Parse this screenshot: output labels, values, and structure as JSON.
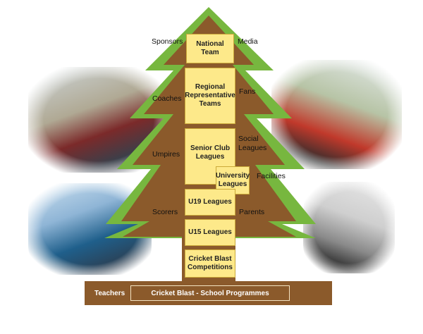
{
  "pyramid_levels": [
    {
      "id": "national",
      "label": "National Team"
    },
    {
      "id": "regional",
      "label": "Regional Representative Teams"
    },
    {
      "id": "senior",
      "label": "Senior Club Leagues"
    },
    {
      "id": "university",
      "label": "University Leagues"
    },
    {
      "id": "u19",
      "label": "U19 Leagues"
    },
    {
      "id": "u15",
      "label": "U15 Leagues"
    },
    {
      "id": "blast",
      "label": "Cricket Blast Competitions"
    }
  ],
  "left_labels": {
    "sponsors": "Sponsors",
    "coaches": "Coaches",
    "umpires": "Umpires",
    "scorers": "Scorers"
  },
  "right_labels": {
    "media": "Media",
    "fans": "Fans",
    "social": "Social Leagues",
    "facilities": "Facilities",
    "parents": "Parents"
  },
  "base": {
    "teachers": "Teachers",
    "programme": "Cricket Blast - School Programmes"
  },
  "colors": {
    "tree_green": "#77b73f",
    "trunk_brown": "#8b5a2b",
    "box_yellow": "#fde98a"
  }
}
